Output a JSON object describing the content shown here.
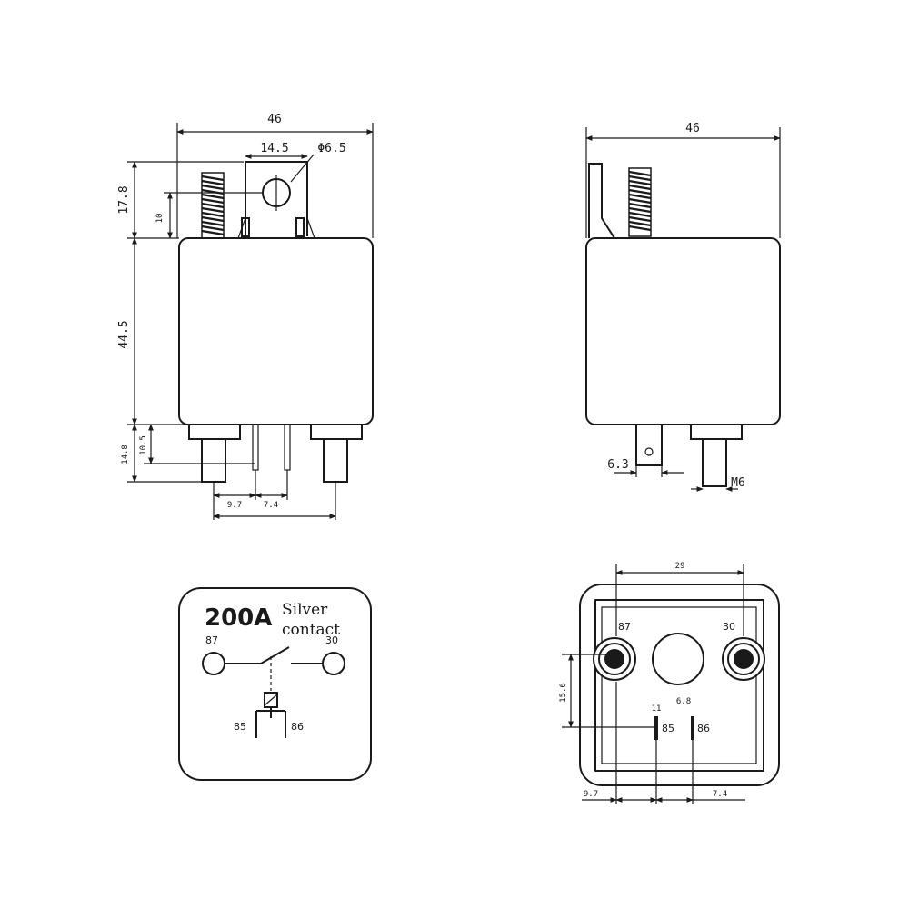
{
  "front_view": {
    "width": "46",
    "tab_width": "14.5",
    "hole_dia": "Φ6.5",
    "tab_height": "17.8",
    "hole_offset": "10",
    "body_height": "44.5",
    "pin_length": "14.8",
    "small_pin_length": "10.5",
    "pin_gap_a": "9.7",
    "pin_gap_b": "7.4"
  },
  "side_view": {
    "width": "46",
    "tab_width": "6.3",
    "stud": "M6"
  },
  "label_plate": {
    "rating": "200A",
    "material_line1": "Silver",
    "material_line2": "contact",
    "terminal_87": "87",
    "terminal_30": "30",
    "terminal_85": "85",
    "terminal_86": "86"
  },
  "bottom_view": {
    "stud_spacing": "29",
    "vertical_offset": "15.6",
    "terminal_87": "87",
    "terminal_30": "30",
    "terminal_85": "85",
    "terminal_86": "86",
    "small_a": "11",
    "small_b": "6.8",
    "gap_a": "9.7",
    "gap_b": "7.4"
  }
}
